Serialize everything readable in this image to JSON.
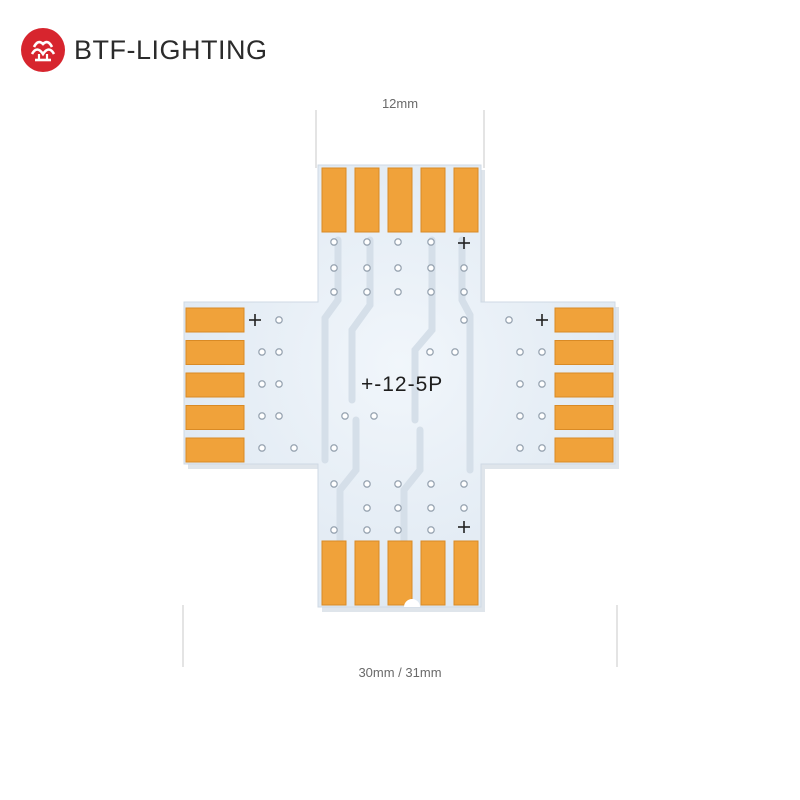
{
  "brand": {
    "name": "BTF-LIGHTING",
    "logo_icon": "btf-flower-logo-icon",
    "logo_color": "#d7252e"
  },
  "product": {
    "silkscreen_label": "+-12-5P",
    "pads_per_side": 5,
    "board_color": "#e9f0f7",
    "pad_color": "#f0a23a"
  },
  "dimensions": {
    "top_width_label": "12mm",
    "bottom_width_label": "30mm / 31mm"
  }
}
